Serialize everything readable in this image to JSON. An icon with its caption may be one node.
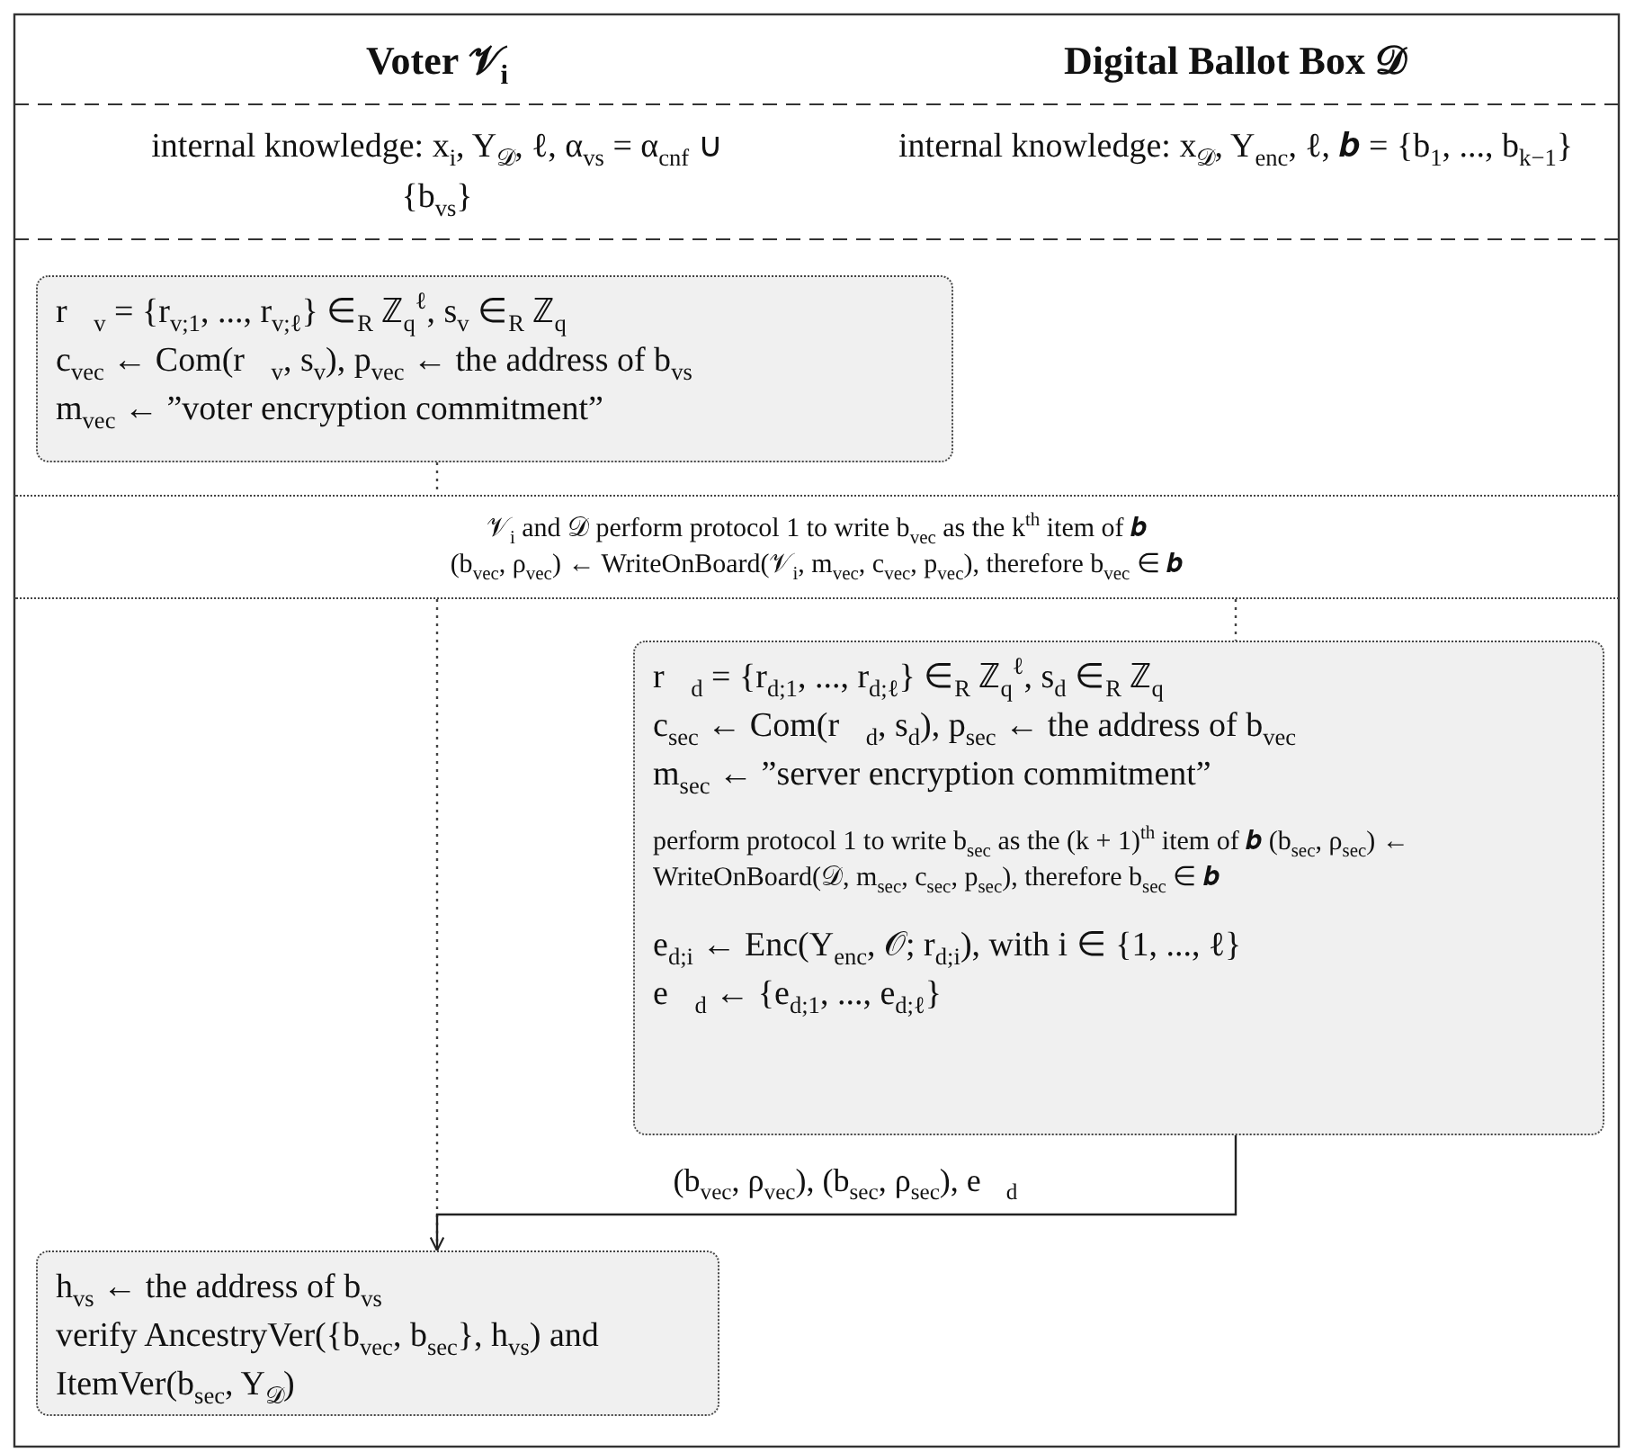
{
  "diagram": {
    "nodes": [
      {
        "text": [
          "r⃗$_{v}$ = {r$_{v;1}$, ..., r$_{v;ℓ}$} ∈$_{R}$ ℤ$_{q}$$^{ℓ}$, s$_{v}$ ∈$_{R}$ ℤ$_{q}$",
          "c$_{vec}$ ← Com(r⃗$_{v}$, s$_{v}$), p$_{vec}$ ← the address of b$_{vs}$",
          "m$_{vec}$ ← ”voter encryption commitment”"
        ]
      },
      {
        "text": [
          "𝒱$_{i}$ and 𝒟 perform protocol 1 to write b$_{vec}$ as the k$^{th}$ item of 𝒃",
          "(b$_{vec}$, ρ$_{vec}$) ← WriteOnBoard(𝒱$_{i}$, m$_{vec}$, c$_{vec}$, p$_{vec}$), therefore b$_{vec}$ ∈ 𝒃"
        ]
      },
      {
        "text": [
          "r⃗$_{d}$ = {r$_{d;1}$, ..., r$_{d;ℓ}$} ∈$_{R}$ ℤ$_{q}$$^{ℓ}$, s$_{d}$ ∈$_{R}$ ℤ$_{q}$",
          "c$_{sec}$ ← Com(r⃗$_{d}$, s$_{d}$), p$_{sec}$ ← the address of b$_{vec}$",
          "m$_{sec}$ ← ”server encryption commitment”",
          "perform protocol 1 to write b$_{sec}$ as the (k + 1)$^{th}$ item of 𝒃 (b$_{sec}$, ρ$_{sec}$) ← WriteOnBoard(𝒟, m$_{sec}$, c$_{sec}$, p$_{sec}$), therefore b$_{sec}$ ∈ 𝒃",
          "e$_{d;i}$ ← Enc(Y$_{enc}$, 𝒪; r$_{d;i}$), with i ∈ {1, ..., ℓ}",
          "e⃗$_{d}$ ← {e$_{d;1}$, ..., e$_{d;ℓ}$}"
        ]
      },
      {
        "text": [
          "h$_{vs}$ ← the address of b$_{vs}$",
          "verify AncestryVer({b$_{vec}$, b$_{sec}$}, h$_{vs}$) and ItemVer(b$_{sec}$, Y$_{𝒟}$)"
        ]
      }
    ],
    "edges": [
      {
        "from": 0,
        "to": 1,
        "arrow": "none",
        "style": "dashed"
      },
      {
        "from": 1,
        "to": 2,
        "arrow": "none",
        "style": "dashed"
      },
      {
        "from": 1,
        "to": 3,
        "arrow": "none",
        "style": "dashed"
      },
      {
        "from": 2,
        "to": 3,
        "arrow": "to",
        "label": "(b$_{vec}$, ρ$_{vec}$), (b$_{sec}$, ρ$_{sec}$), e⃗$_{d}$"
      }
    ],
    "labels": [
      "Voter 𝒱$_{i}$",
      "Digital Ballot Box 𝒟",
      "internal knowledge: x$_{i}$, Y$_{𝒟}$, ℓ, α$_{vs}$ = α$_{cnf}$ ∪ {b$_{vs}$}",
      "internal knowledge: x$_{𝒟}$, Y$_{enc}$, ℓ, 𝒃 = {b$_{1}$, ..., b$_{k−1}$}"
    ]
  }
}
